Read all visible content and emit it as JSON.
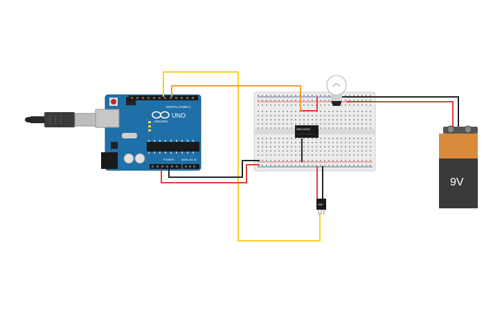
{
  "arduino": {
    "brand": "ARDUINO",
    "model": "UNO",
    "digital_header_label": "DIGITAL (PWM~)",
    "power_label": "POWER",
    "analog_label": "ANALOG IN",
    "board_color": "#1f6fa8"
  },
  "relay": {
    "label": "SRD-5VDC"
  },
  "sensor": {
    "label": "TMP"
  },
  "battery": {
    "label": "9V",
    "top_color": "#d9893a",
    "body_color": "#3a3a3a"
  },
  "wire_colors": {
    "red": "#e53935",
    "black": "#222222",
    "orange": "#f0a030",
    "yellow": "#f5d020"
  }
}
